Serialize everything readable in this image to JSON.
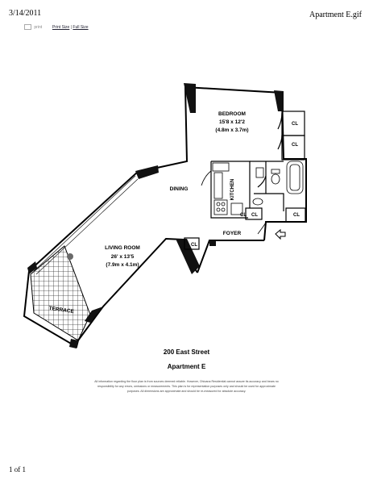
{
  "header": {
    "date": "3/14/2011",
    "filename": "Apartment E.gif"
  },
  "toolbar": {
    "print_label": "print",
    "print_size_link": "Print Size",
    "separator": "|",
    "full_size_link": "Full Size"
  },
  "floorplan": {
    "rooms": {
      "bedroom": {
        "name": "BEDROOM",
        "dims_ft": "15'8 x 12'2",
        "dims_m": "(4.8m x 3.7m)"
      },
      "living_room": {
        "name": "LIVING ROOM",
        "dims_ft": "26' x 13'5",
        "dims_m": "(7.9m x 4.1m)"
      },
      "dining": "DINING",
      "kitchen": "KITCHEN",
      "foyer": "FOYER",
      "terrace": "TERRACE",
      "closet": "CL"
    },
    "building": "200 East Street",
    "unit": "Apartment E",
    "disclaimer_lines": [
      "All information regarding the floor plan is from sources deemed reliable. However, Ohioana Residential cannot assure its accuracy and bears no",
      "responsibility for any errors, omissions or measurements. This plan is for representation purposes only and should be used for approximate",
      "purposes. All dimensions are approximate and should be re-measured for absolute accuracy."
    ]
  },
  "footer": {
    "page_indicator": "1 of 1"
  }
}
